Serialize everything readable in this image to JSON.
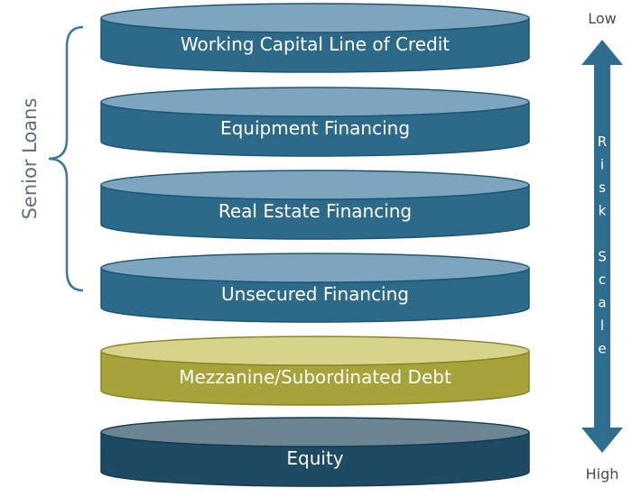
{
  "layers": [
    {
      "label": "Working Capital Line of Credit",
      "top": "#7da5bd",
      "side": "#2d6a8a",
      "edge": "#1f5574"
    },
    {
      "label": "Equipment Financing",
      "top": "#7da5bd",
      "side": "#2d6a8a",
      "edge": "#1f5574"
    },
    {
      "label": "Real Estate Financing",
      "top": "#7da5bd",
      "side": "#2d6a8a",
      "edge": "#1f5574"
    },
    {
      "label": "Unsecured Financing",
      "top": "#7da5bd",
      "side": "#2d6a8a",
      "edge": "#1f5574"
    },
    {
      "label": "Mezzanine/Subordinated Debt",
      "top": "#d7d48a",
      "side": "#a5a33a",
      "edge": "#86852a"
    },
    {
      "label": "Equity",
      "top": "#6c8593",
      "side": "#1f4a63",
      "edge": "#163a4f"
    }
  ],
  "group": {
    "label": "Senior Loans",
    "brace_color": "#3f7899"
  },
  "risk_scale": {
    "low_label": "Low",
    "high_label": "High",
    "letters": [
      "R",
      "i",
      "s",
      "k",
      "",
      "S",
      "c",
      "a",
      "l",
      "e"
    ],
    "arrow_color": "#2f6e8f"
  }
}
